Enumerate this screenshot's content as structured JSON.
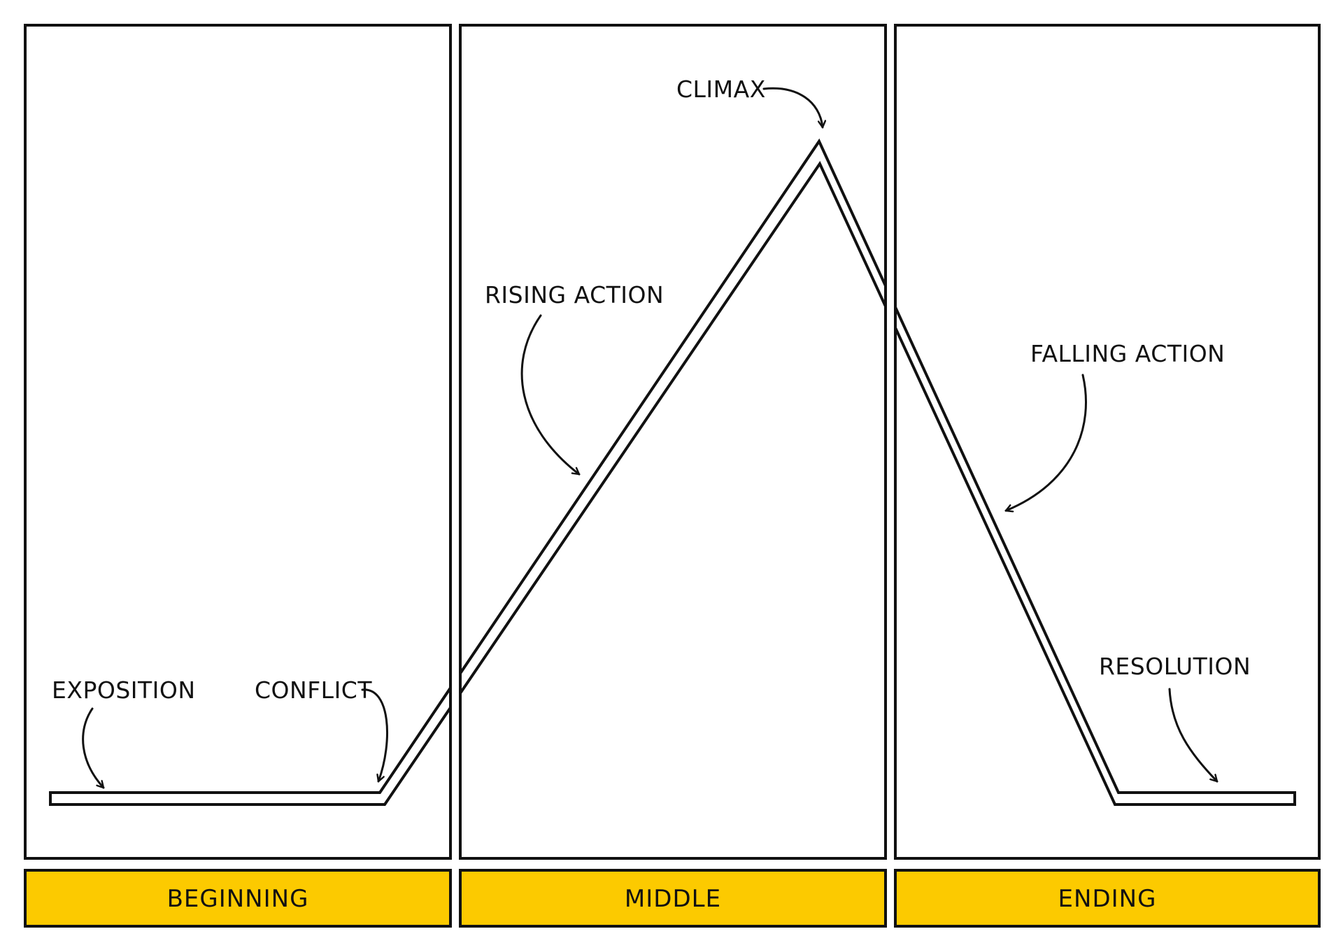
{
  "colors": {
    "section_bar": "#fcca00",
    "ink": "#111111",
    "background": "#ffffff"
  },
  "plot_points": {
    "exposition": "EXPOSITION",
    "conflict": "CONFLICT",
    "rising_action": "RISING ACTION",
    "climax": "CLIMAX",
    "falling_action": "FALLING ACTION",
    "resolution": "RESOLUTION"
  },
  "sections": {
    "beginning": "BEGINNING",
    "middle": "MIDDLE",
    "ending": "ENDING"
  }
}
